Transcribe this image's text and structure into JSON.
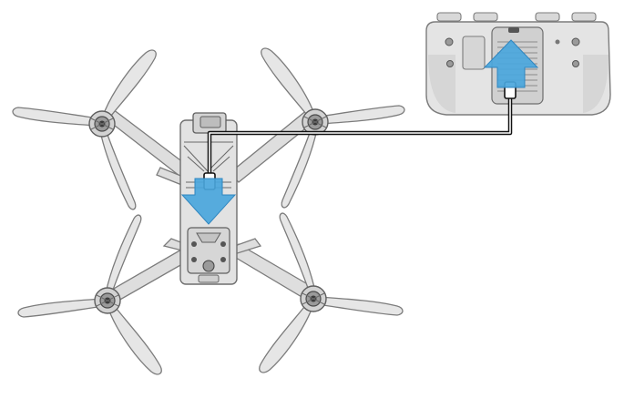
{
  "figure": {
    "subject": "drone-to-controller-cable-connection",
    "colors": {
      "background": "#ffffff",
      "part_fill": "#dcdcdc",
      "part_fill_light": "#e8e8e8",
      "part_stroke": "#7c7c7c",
      "dark_detail": "#4a4a4a",
      "cable": "#111111",
      "arrow": "#4aa6dc",
      "arrow_edge": "#2f86c0"
    },
    "icons": {
      "drone": "drone-top-view",
      "controller": "remote-controller-back-view",
      "cable": "usb-c-cable",
      "arrows": [
        "arrow-down-icon",
        "arrow-up-icon"
      ]
    }
  }
}
